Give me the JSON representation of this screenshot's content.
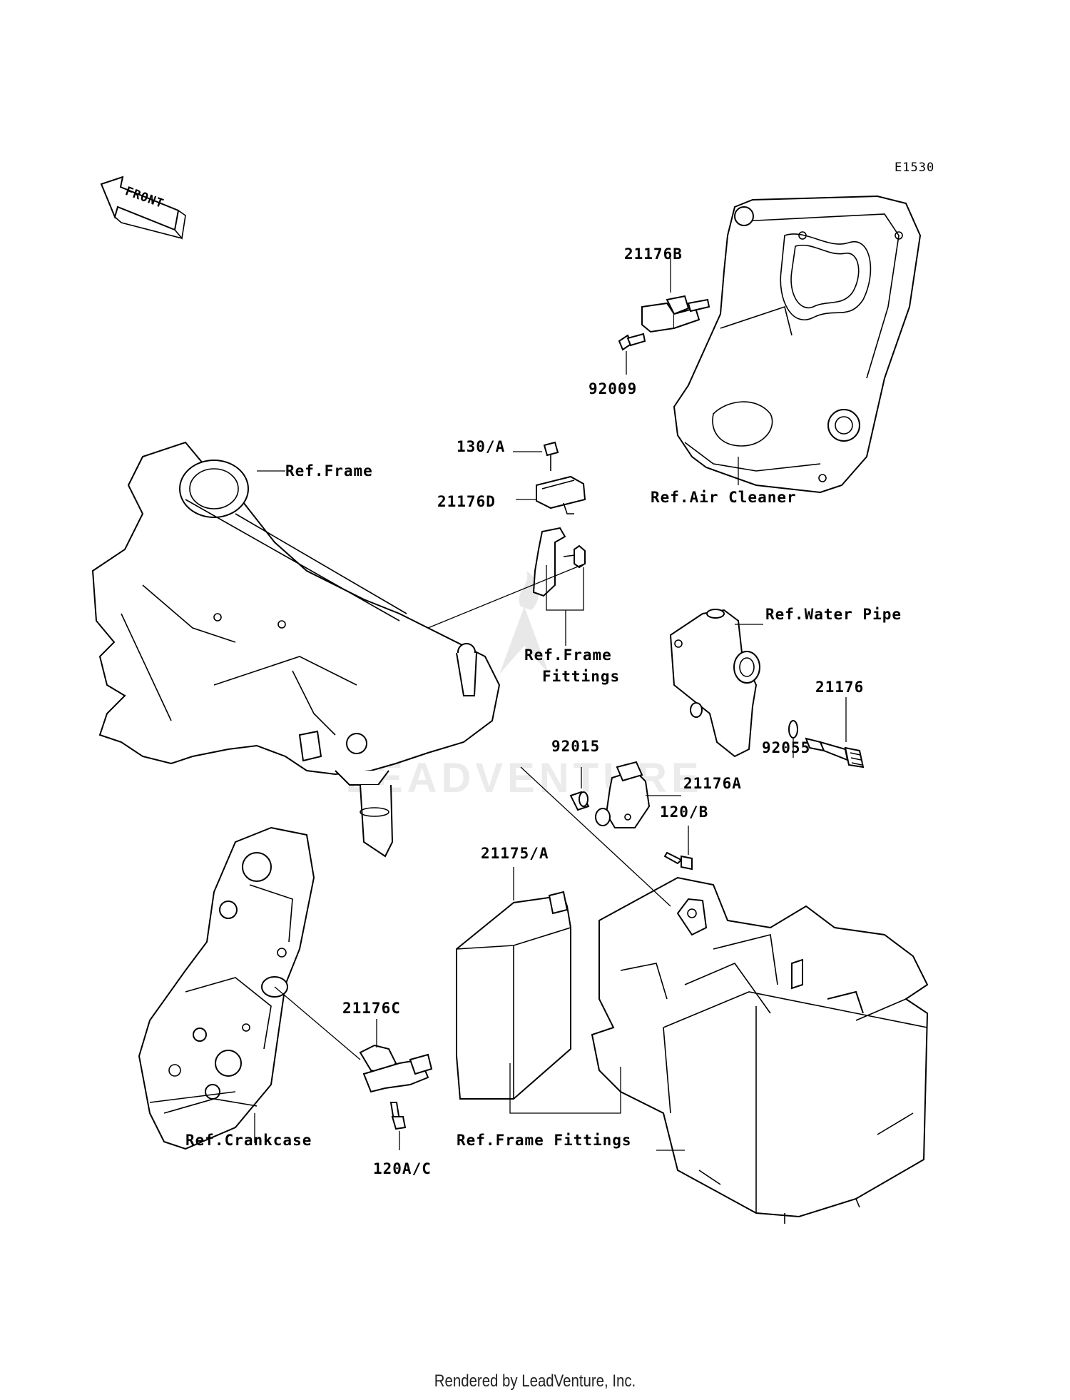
{
  "diagram": {
    "code": "E1530",
    "front_label": "FRONT",
    "watermark_text": "LEADVENTURE",
    "labels": {
      "p21176B": "21176B",
      "p92009": "92009",
      "ref_air_cleaner": "Ref.Air Cleaner",
      "p130A": "130/A",
      "p21176D": "21176D",
      "ref_frame": "Ref.Frame",
      "ref_frame_fittings_1": "Ref.Frame",
      "ref_frame_fittings_2": "Fittings",
      "ref_water_pipe": "Ref.Water Pipe",
      "p21176": "21176",
      "p92055": "92055",
      "p92015": "92015",
      "p21176A": "21176A",
      "p120B": "120/B",
      "p21175A": "21175/A",
      "p21176C": "21176C",
      "ref_crankcase": "Ref.Crankcase",
      "p120AC": "120A/C",
      "ref_frame_fittings_3": "Ref.Frame Fittings"
    }
  },
  "footer": "Rendered by LeadVenture, Inc."
}
